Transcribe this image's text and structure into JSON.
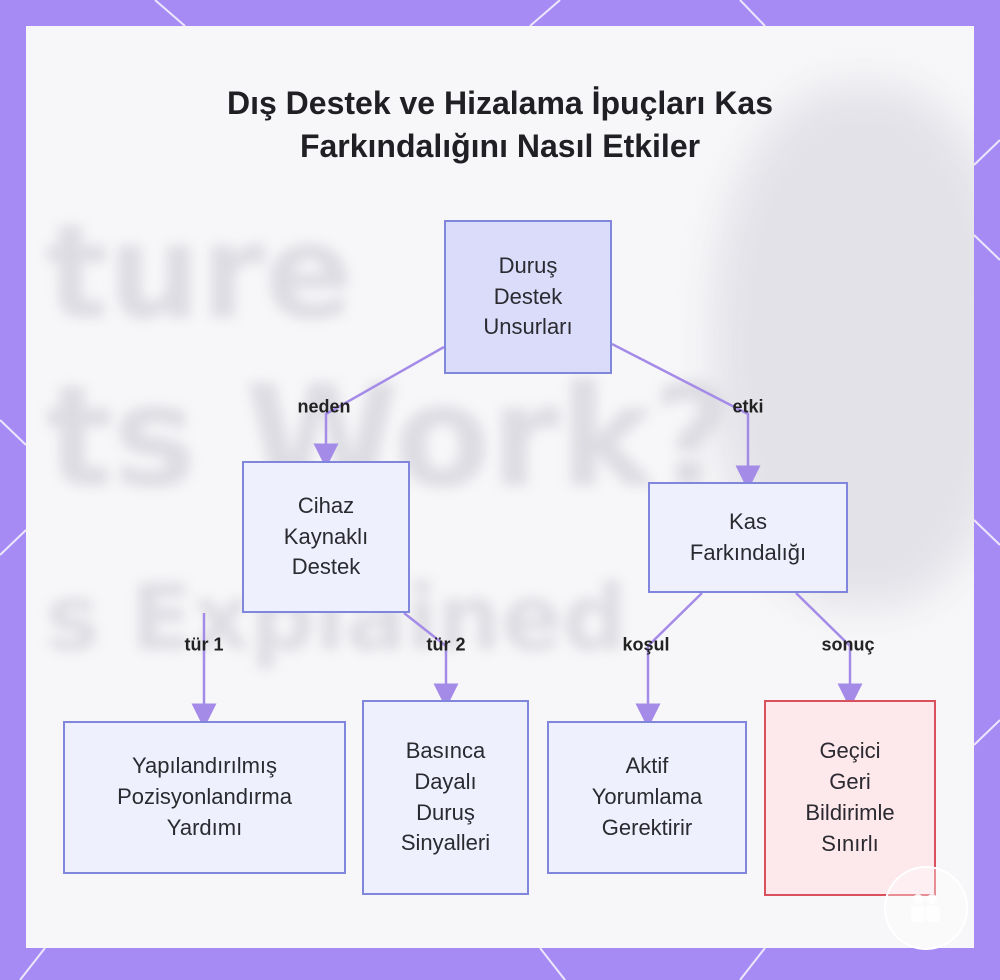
{
  "title": "Dış Destek ve Hizalama İpuçları Kas\nFarkındalığını Nasıl Etkiler",
  "background_text": [
    "ture",
    "ts Work?",
    "s Explained"
  ],
  "colors": {
    "frame": "#a78bf5",
    "node_border": "#7f86dc",
    "node_fill": "#eef0fd",
    "root_fill": "#dadcfa",
    "highlight_border": "#d9505f",
    "highlight_fill": "#fde8ec",
    "edge": "#a58be8"
  },
  "nodes": {
    "root": "Duruş\nDestek\nUnsurları",
    "device": "Cihaz\nKaynaklı\nDestek",
    "awareness": "Kas\nFarkındalığı",
    "structured": "Yapılandırılmış\nPozisyonlandırma\nYardımı",
    "pressure": "Basınca\nDayalı\nDuruş\nSinyalleri",
    "active": "Aktif\nYorumlama\nGerektirir",
    "temporary": "Geçici\nGeri\nBildirimle\nSınırlı"
  },
  "edges": {
    "cause": "neden",
    "effect": "etki",
    "type1": "tür 1",
    "type2": "tür 2",
    "condition": "koşul",
    "result": "sonuç"
  },
  "badge_icon": "watermark-logo-icon"
}
